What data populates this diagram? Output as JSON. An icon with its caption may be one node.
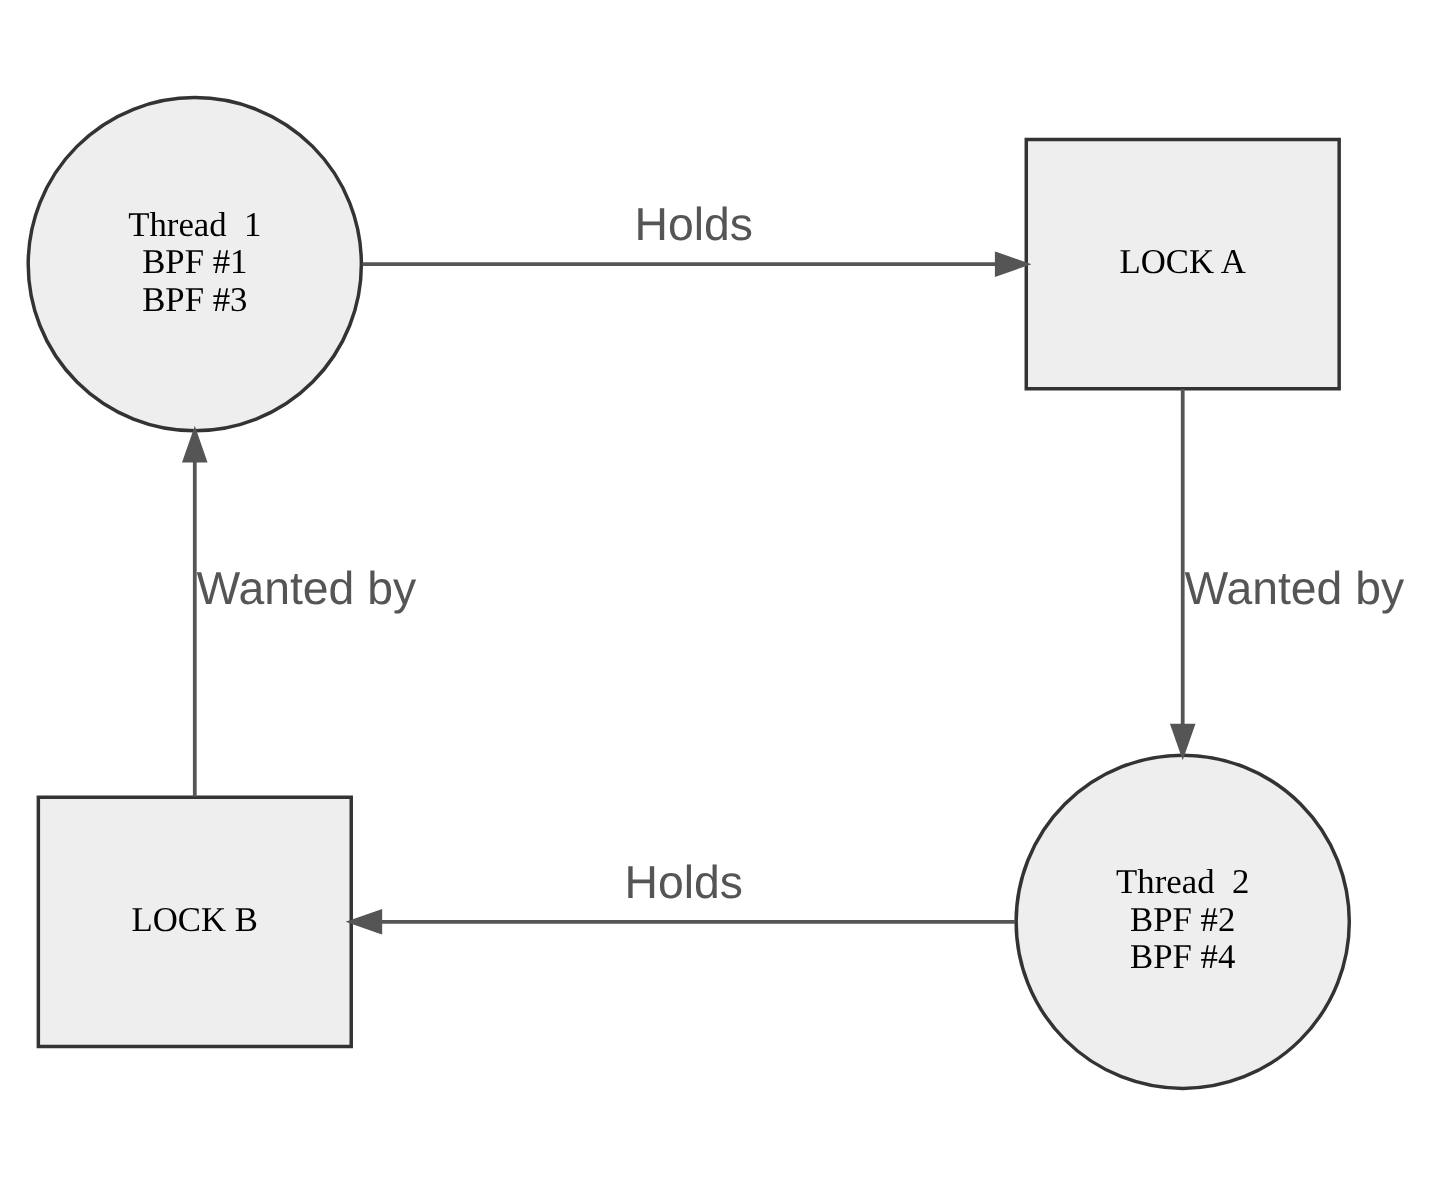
{
  "diagram": {
    "nodes": [
      {
        "text": [
          "Thread  1",
          "BPF #1",
          "BPF #3"
        ]
      },
      {
        "text": [
          "LOCK A"
        ]
      },
      {
        "text": [
          "Thread  2",
          "BPF #2",
          "BPF #4"
        ]
      },
      {
        "text": [
          "LOCK B"
        ]
      }
    ],
    "edges": [
      {
        "from": 0,
        "to": 1,
        "arrow": "to",
        "label": "Holds"
      },
      {
        "from": 1,
        "to": 2,
        "arrow": "to",
        "label": "Wanted by"
      },
      {
        "from": 2,
        "to": 3,
        "arrow": "to",
        "label": "Holds"
      },
      {
        "from": 3,
        "to": 0,
        "arrow": "to",
        "label": "Wanted by"
      }
    ]
  }
}
